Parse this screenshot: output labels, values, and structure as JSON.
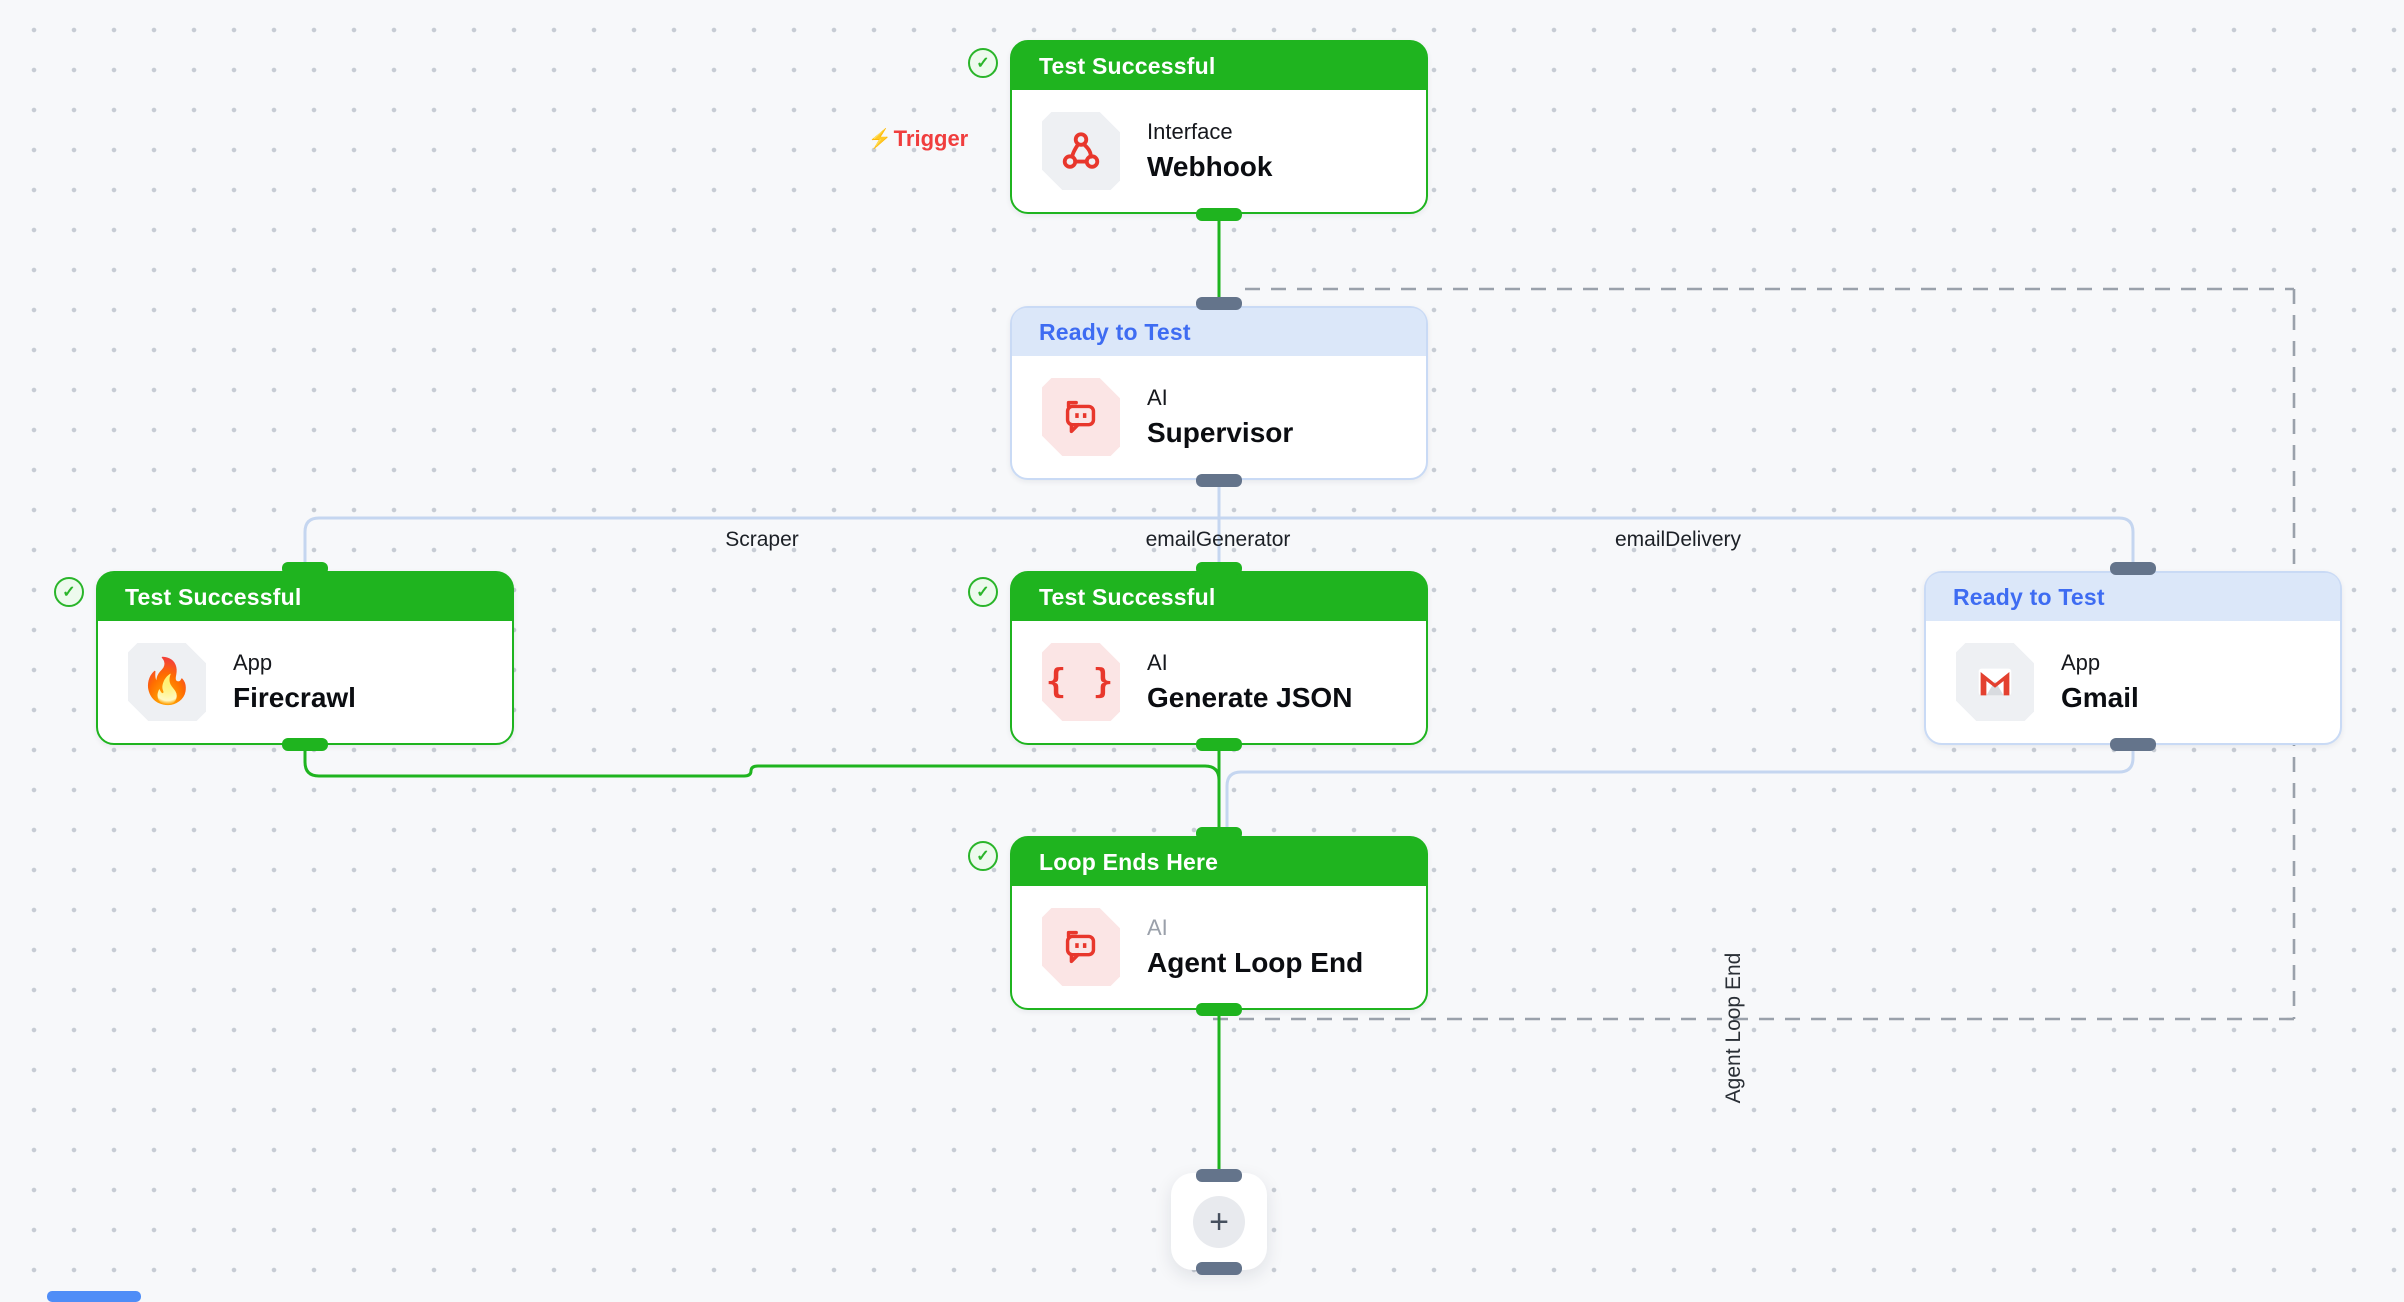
{
  "canvas_type": "workflow-editor",
  "colors": {
    "success_green": "#1fb41f",
    "ready_header_bg": "#dbe7f9",
    "ready_header_text": "#3e6cf2",
    "edge_green": "#1fb41f",
    "edge_blue": "#c5d6f0",
    "dashed_region": "#9aa1ab",
    "connector_slate": "#64748b",
    "icon_red": "#e8372c",
    "trigger_red": "#f03e3e",
    "background": "#f7f8fa"
  },
  "icons": {
    "check_glyph": "✓",
    "bolt_glyph": "⚡",
    "fire_glyph": "🔥",
    "braces_glyph": "{ }",
    "plus_glyph": "+"
  },
  "trigger": {
    "label": "Trigger"
  },
  "nodes": {
    "webhook": {
      "status": "Test Successful",
      "type_label": "Interface",
      "title": "Webhook",
      "icon": "webhook-icon"
    },
    "supervisor": {
      "status": "Ready to Test",
      "type_label": "AI",
      "title": "Supervisor",
      "icon": "robot-chat-icon"
    },
    "firecrawl": {
      "status": "Test Successful",
      "type_label": "App",
      "title": "Firecrawl",
      "icon": "fire-icon"
    },
    "genjson": {
      "status": "Test Successful",
      "type_label": "AI",
      "title": "Generate JSON",
      "icon": "braces-icon"
    },
    "gmail": {
      "status": "Ready to Test",
      "type_label": "App",
      "title": "Gmail",
      "icon": "gmail-icon"
    },
    "loopend": {
      "status": "Loop Ends Here",
      "type_label": "AI",
      "title": "Agent Loop End",
      "icon": "robot-chat-icon"
    }
  },
  "edges": {
    "labels": [
      "Scraper",
      "emailGenerator",
      "emailDelivery"
    ]
  },
  "loop_region": {
    "label": "Agent Loop End"
  },
  "add_button": {
    "label": "+"
  }
}
